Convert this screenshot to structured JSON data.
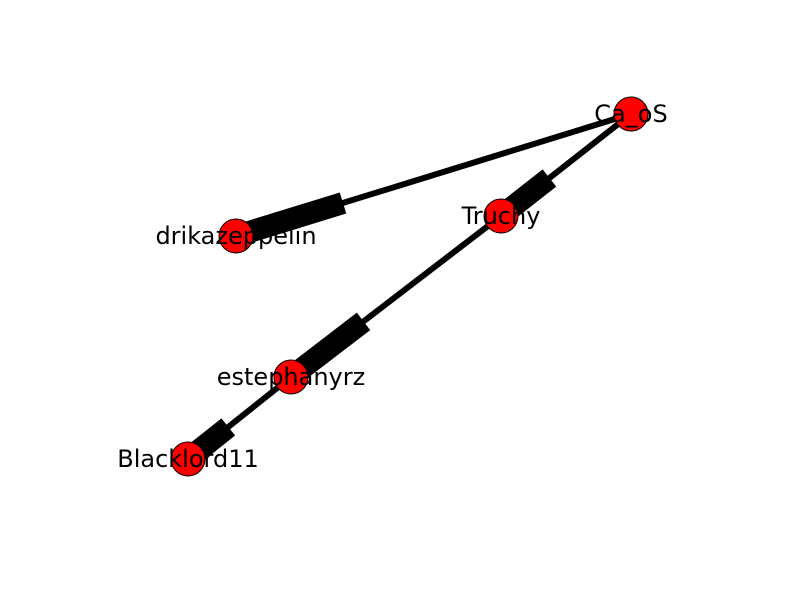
{
  "graph": {
    "nodes": [
      {
        "id": "Ca_oS",
        "label": "Ca_oS"
      },
      {
        "id": "drikazeppelin",
        "label": "drikazeppelin"
      },
      {
        "id": "Truchy",
        "label": "Truchy"
      },
      {
        "id": "estephanyrz",
        "label": "estephanyrz"
      },
      {
        "id": "Blacklord11",
        "label": "Blacklord11"
      }
    ],
    "edges": [
      {
        "source": "Ca_oS",
        "target": "drikazeppelin"
      },
      {
        "source": "Ca_oS",
        "target": "Truchy"
      },
      {
        "source": "Truchy",
        "target": "estephanyrz"
      },
      {
        "source": "estephanyrz",
        "target": "Blacklord11"
      }
    ],
    "node_color": "#ff0000",
    "node_stroke": "#000000",
    "edge_color": "#000000"
  }
}
